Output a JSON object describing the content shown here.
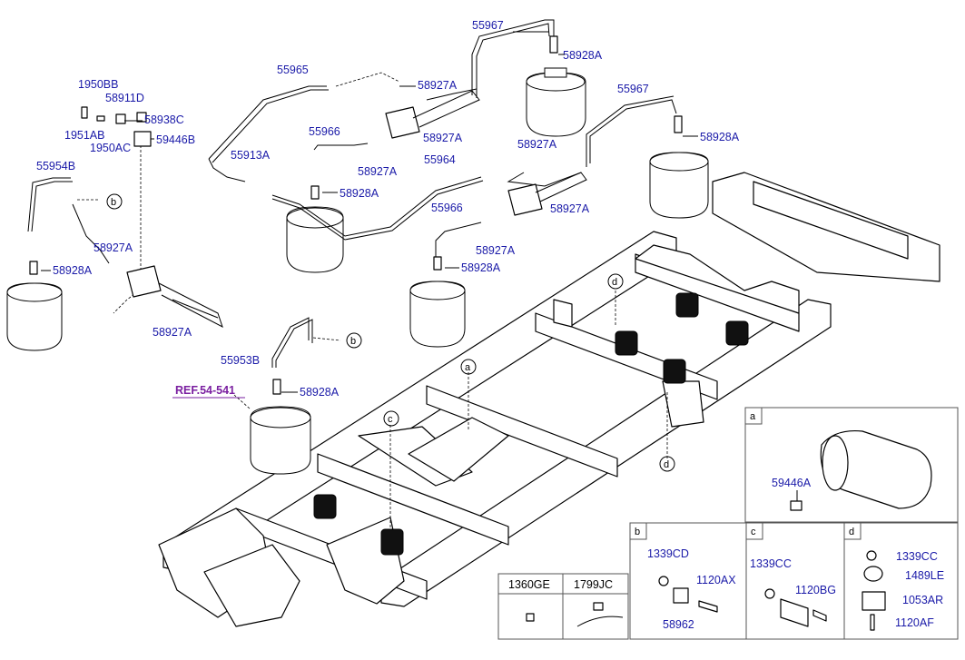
{
  "reference": "REF.54-541",
  "part_labels": {
    "p55967_top": "55967",
    "p58928A_top": "58928A",
    "p55965": "55965",
    "p58927A_1": "58927A",
    "p55966_a": "55966",
    "p58927A_2": "58927A",
    "p58927A_3": "58927A",
    "p55913A": "55913A",
    "p58928A_2": "58928A",
    "p55967_r": "55967",
    "p58928A_r": "58928A",
    "p58927A_4": "58927A",
    "p55964": "55964",
    "p58927A_5": "58927A",
    "p55966_b": "55966",
    "p58927A_6": "58927A",
    "p58928A_3": "58928A",
    "p1950BB": "1950BB",
    "p58911D": "58911D",
    "p58938C": "58938C",
    "p1951AB": "1951AB",
    "p1950AC": "1950AC",
    "p59446B": "59446B",
    "p55954B": "55954B",
    "p58927A_7": "58927A",
    "p58928A_4": "58928A",
    "p58927A_8": "58927A",
    "p55953B": "55953B",
    "p58928A_5": "58928A"
  },
  "callout_letters": {
    "b1": "b",
    "b2": "b",
    "d1": "d",
    "d2": "d",
    "a1": "a",
    "c1": "c"
  },
  "detail_a": {
    "letter": "a",
    "part": "59446A"
  },
  "detail_b": {
    "letter": "b",
    "parts": [
      "1339CD",
      "1120AX",
      "58962"
    ]
  },
  "detail_c": {
    "letter": "c",
    "parts": [
      "1339CC",
      "1120BG"
    ]
  },
  "detail_d": {
    "letter": "d",
    "parts": [
      "1339CC",
      "1489LE",
      "1053AR",
      "1120AF"
    ]
  },
  "bottom_table": {
    "col1": "1360GE",
    "col2": "1799JC"
  }
}
